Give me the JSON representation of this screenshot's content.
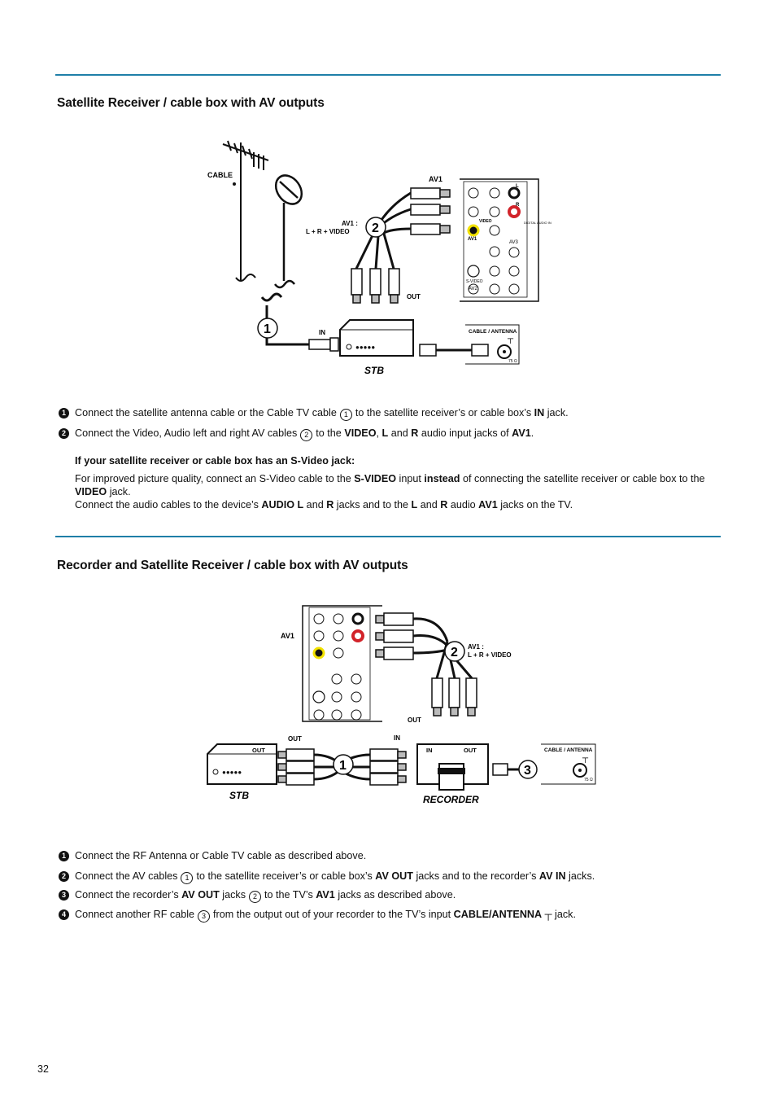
{
  "section1": {
    "title": "Satellite Receiver / cable box with AV outputs",
    "diagram": {
      "cable_label": "CABLE",
      "av1_label": "AV1",
      "av1_connect_label": "AV1 :",
      "av1_connect_sub": "L + R + VIDEO",
      "out_label": "OUT",
      "in_label": "IN",
      "stb_label": "STB",
      "cable_antenna_label": "CABLE / ANTENNA",
      "ohm_label": "75 Ω",
      "callout_1": "1",
      "callout_2": "2",
      "panel_av1": "AV1",
      "panel_av2": "AV2",
      "panel_av3": "AV3",
      "panel_svideo": "S-VIDEO",
      "panel_video": "VIDEO",
      "panel_digital": "DIGITAL AUDIO IN",
      "panel_l": "L",
      "panel_r": "R"
    },
    "steps": [
      {
        "n": "1",
        "a": "Connect the satellite antenna cable or the Cable TV cable",
        "ring": "1",
        "b": "to the satellite receiver’s or cable box’s ",
        "b1": "IN",
        "c": " jack."
      },
      {
        "n": "2",
        "a": "Connect the Video, Audio left and right AV cables",
        "ring": "2",
        "b": "to the ",
        "b1": "VIDEO",
        "c": ", ",
        "b2": "L",
        "d": " and ",
        "b3": "R",
        "e": " audio input jacks of ",
        "b4": "AV1",
        "f": "."
      }
    ],
    "svideo_heading": "If your satellite receiver or cable box has an S-Video jack:",
    "svideo_text": {
      "t1": "For improved picture quality, connect an S-Video cable to the ",
      "b1": "S-VIDEO",
      "t2": " input ",
      "b2": "instead",
      "t3": " of connecting the satellite receiver or cable box to the ",
      "b3": "VIDEO",
      "t4": " jack."
    },
    "audio_text": {
      "t1": "Connect the audio cables to the device’s ",
      "b1": "AUDIO L",
      "t2": " and ",
      "b2": "R",
      "t3": " jacks and to the ",
      "b3": "L",
      "t4": "  and ",
      "b4": "R",
      "t5": " audio ",
      "b5": "AV1",
      "t6": " jacks on the TV."
    }
  },
  "section2": {
    "title": "Recorder and Satellite Receiver / cable box with AV outputs",
    "diagram": {
      "av1_label": "AV1",
      "av1_connect_label": "AV1 :",
      "av1_connect_sub": "L + R + VIDEO",
      "out_label": "OUT",
      "out_label2": "OUT",
      "in_label": "IN",
      "stb_out": "OUT",
      "rec_in": "IN",
      "rec_out": "OUT",
      "stb_label": "STB",
      "recorder_label": "RECORDER",
      "cable_antenna_label": "CABLE / ANTENNA",
      "ohm_label": "75 Ω",
      "callout_1": "1",
      "callout_2": "2",
      "callout_3": "3"
    },
    "steps": [
      {
        "n": "1",
        "a": "Connect the RF Antenna or Cable TV cable as described above."
      },
      {
        "n": "2",
        "a": "Connect the AV cables",
        "ring": "1",
        "b": "to the satellite receiver’s or cable box’s ",
        "b1": "AV OUT",
        "c": " jacks and to the recorder’s ",
        "b2": "AV IN",
        "d": " jacks."
      },
      {
        "n": "3",
        "a": "Connect the recorder’s ",
        "b1": "AV OUT",
        "c": " jacks",
        "ring": "2",
        "d": "to the TV’s ",
        "b2": "AV1",
        "e": " jacks as described above."
      },
      {
        "n": "4",
        "a": "Connect another RF cable",
        "ring": "3",
        "b": "from the output out of your recorder to the TV’s input ",
        "b1": "CABLE/ANTENNA",
        "c": " jack."
      }
    ]
  },
  "page_number": "32",
  "colors": {
    "rule": "#1f7fa8",
    "red_jack": "#d2232a",
    "yellow_jack": "#f2e200"
  }
}
